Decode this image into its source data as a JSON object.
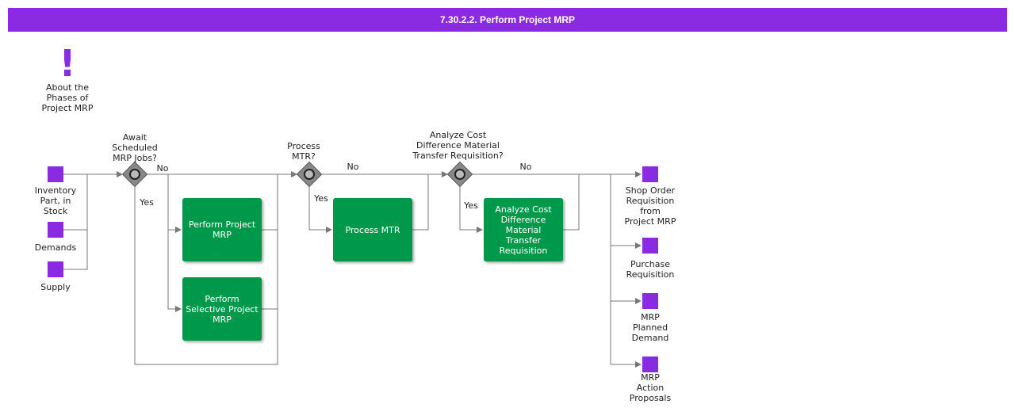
{
  "title": "7.30.2.2. Perform Project MRP",
  "colors": {
    "accent": "#8a2be2",
    "task": "#00994c",
    "gateway": "#888888",
    "line": "#777777"
  },
  "note": {
    "icon": "exclamation-icon",
    "label": "About the\nPhases of\nProject MRP"
  },
  "inputs": [
    {
      "label": "Inventory\nPart, in\nStock"
    },
    {
      "label": "Demands"
    },
    {
      "label": "Supply"
    }
  ],
  "gateways": [
    {
      "question": "Await\nScheduled\nMRP Jobs?",
      "no": "No",
      "yes": "Yes"
    },
    {
      "question": "Process\nMTR?",
      "no": "No",
      "yes": "Yes"
    },
    {
      "question": "Analyze Cost\nDifference Material\nTransfer Requisition?",
      "no": "No",
      "yes": "Yes"
    }
  ],
  "tasks": [
    {
      "label": "Perform Project\nMRP"
    },
    {
      "label": "Perform\nSelective Project\nMRP"
    },
    {
      "label": "Process MTR"
    },
    {
      "label": "Analyze Cost\nDifference\nMaterial\nTransfer\nRequisition"
    }
  ],
  "outputs": [
    {
      "label": "Shop Order\nRequisition\nfrom\nProject MRP"
    },
    {
      "label": "Purchase\nRequisition"
    },
    {
      "label": "MRP\nPlanned\nDemand"
    },
    {
      "label": "MRP\nAction\nProposals"
    }
  ]
}
